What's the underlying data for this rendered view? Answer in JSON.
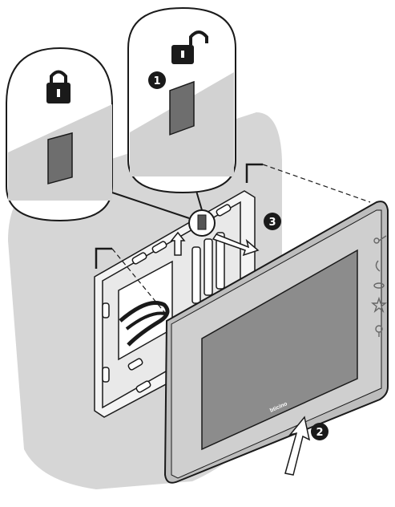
{
  "steps": [
    {
      "number": "1",
      "description": "unlock-hook"
    },
    {
      "number": "2",
      "description": "push-monitor-up"
    },
    {
      "number": "3",
      "description": "pull-monitor-off"
    }
  ],
  "callouts": [
    {
      "name": "callout-locked",
      "icon": "padlock-locked-icon"
    },
    {
      "name": "callout-unlocked",
      "icon": "padlock-unlocked-icon"
    }
  ],
  "monitor": {
    "brand_label": "bticino",
    "side_keys": [
      "key-icon",
      "phone-icon",
      "eye-icon",
      "star-icon",
      "bulb-icon"
    ]
  },
  "colors": {
    "background_shape": "#d6d6d6",
    "outline": "#1a1a1a",
    "monitor_frame": "#bdbdbd",
    "monitor_screen": "#8c8c8c",
    "step_badge": "#1a1a1a"
  }
}
